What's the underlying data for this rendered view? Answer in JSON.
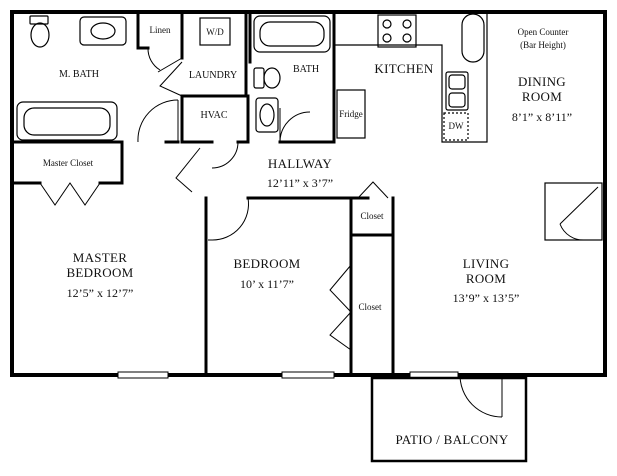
{
  "rooms": {
    "m_bath": "M. BATH",
    "linen": "Linen",
    "wd": "W/D",
    "laundry": "LAUNDRY",
    "bath": "BATH",
    "kitchen": "KITCHEN",
    "open_counter_line1": "Open Counter",
    "open_counter_line2": "(Bar Height)",
    "dining_line1": "DINING",
    "dining_line2": "ROOM",
    "dining_dim": "8’1” x 8’11”",
    "fridge": "Fridge",
    "hvac": "HVAC",
    "dw": "DW",
    "master_closet": "Master Closet",
    "hallway": "HALLWAY",
    "hallway_dim": "12’11” x 3’7”",
    "closet_top": "Closet",
    "closet_mid": "Closet",
    "master_line1": "MASTER",
    "master_line2": "BEDROOM",
    "master_dim": "12’5” x 12’7”",
    "bedroom": "BEDROOM",
    "bedroom_dim": "10’ x 11’7”",
    "living_line1": "LIVING",
    "living_line2": "ROOM",
    "living_dim": "13’9” x 13’5”",
    "patio": "PATIO / BALCONY"
  }
}
